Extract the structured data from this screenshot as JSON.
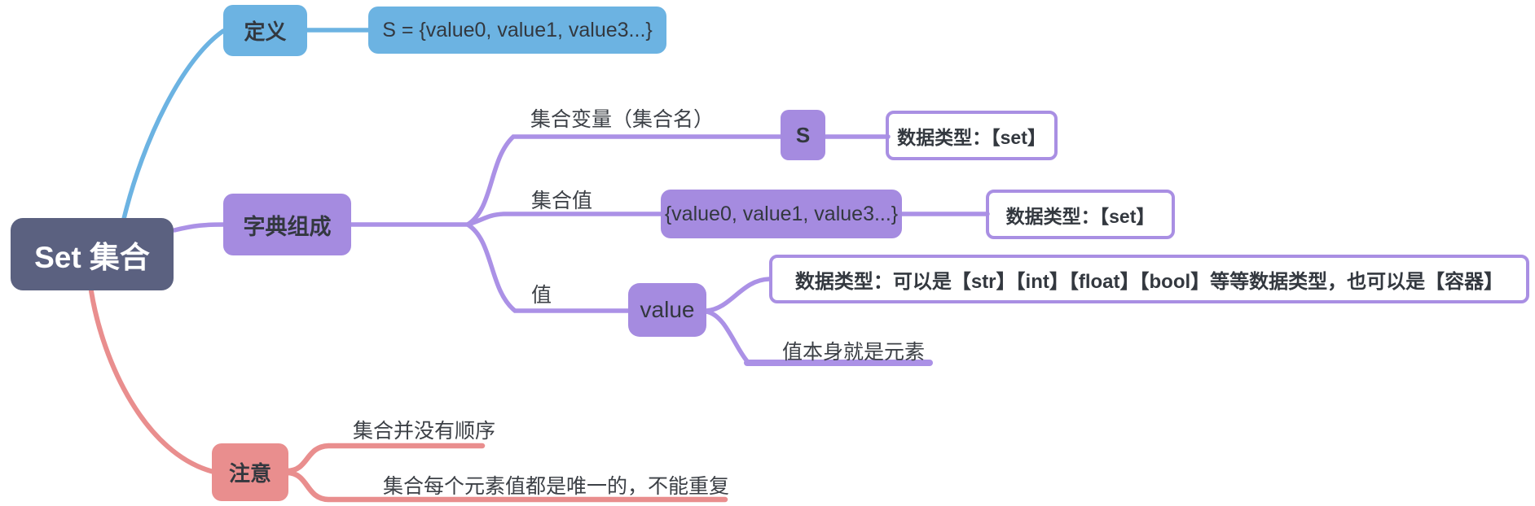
{
  "root": {
    "label": "Set 集合"
  },
  "definition": {
    "label": "定义",
    "formula": "S = {value0, value1, value3...}"
  },
  "composition": {
    "label": "字典组成",
    "variable": {
      "label": "集合变量（集合名）",
      "node": "S",
      "type": "数据类型：【set】"
    },
    "set_value": {
      "label": "集合值",
      "node": "{value0, value1, value3...}",
      "type": "数据类型：【set】"
    },
    "element": {
      "label": "值",
      "node": "value",
      "type_note": "数据类型：可以是【str】【int】【float】【bool】等等数据类型，也可以是【容器】",
      "identity_note": "值本身就是元素"
    }
  },
  "notes": {
    "label": "注意",
    "items": [
      {
        "text": "集合并没有顺序"
      },
      {
        "text": "集合每个元素值都是唯一的，不能重复"
      }
    ]
  },
  "colors": {
    "root_fill": "#5b6180",
    "blue": "#6cb3e2",
    "purple_fill": "#a58be0",
    "purple_line": "#ab91e6",
    "purple_outline": "#a98fe3",
    "red": "#e98e8e",
    "text_dark": "#33383f",
    "label_gray": "#3c4046"
  }
}
